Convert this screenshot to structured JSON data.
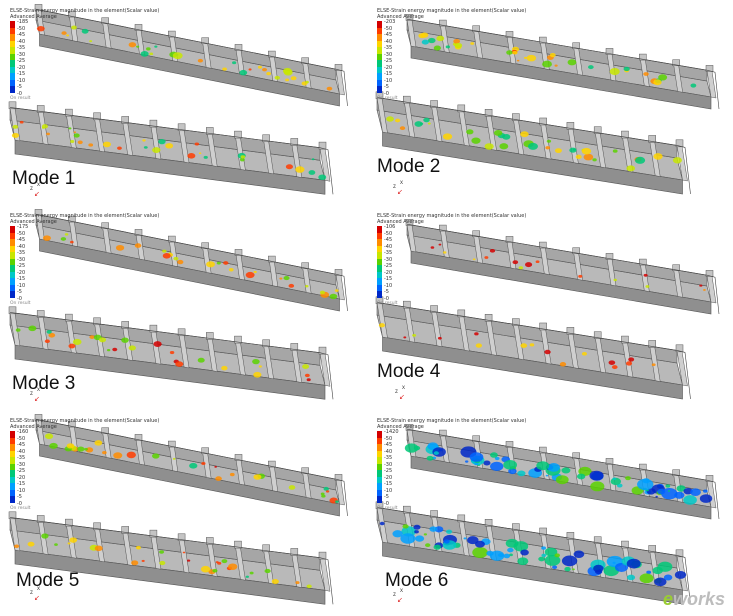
{
  "legend_title": "ELSE-Strain energy magnitude in the element(Scalar value)",
  "legend_subtitle": "Advanced Average",
  "legend_bottom": "On result",
  "scale_colors": [
    "#d40000",
    "#ff3c00",
    "#ff8c00",
    "#ffd400",
    "#c8e600",
    "#5ad200",
    "#00c878",
    "#00c8c8",
    "#00a0ff",
    "#0064ff",
    "#0028c8"
  ],
  "panels": [
    {
      "mode": "Mode 1",
      "ticks": [
        "185",
        "50",
        "45",
        "40",
        "35",
        "30",
        "25",
        "20",
        "15",
        "10",
        "5",
        "0"
      ],
      "intensity": 0.35
    },
    {
      "mode": "Mode 2",
      "ticks": [
        "203",
        "50",
        "45",
        "40",
        "35",
        "30",
        "25",
        "20",
        "15",
        "10",
        "5",
        "0"
      ],
      "intensity": 0.4
    },
    {
      "mode": "Mode 3",
      "ticks": [
        "175",
        "50",
        "45",
        "40",
        "35",
        "30",
        "25",
        "20",
        "15",
        "10",
        "5",
        "0"
      ],
      "intensity": 0.25
    },
    {
      "mode": "Mode 4",
      "ticks": [
        "106",
        "50",
        "45",
        "40",
        "35",
        "30",
        "25",
        "20",
        "15",
        "10",
        "5",
        "0"
      ],
      "intensity": 0.08
    },
    {
      "mode": "Mode 5",
      "ticks": [
        "160",
        "50",
        "45",
        "40",
        "35",
        "30",
        "25",
        "20",
        "15",
        "10",
        "5",
        "0"
      ],
      "intensity": 0.3
    },
    {
      "mode": "Mode 6",
      "ticks": [
        "1420",
        "50",
        "45",
        "40",
        "35",
        "30",
        "25",
        "20",
        "15",
        "10",
        "5",
        "0"
      ],
      "intensity": 1.0
    }
  ],
  "axis_labels": {
    "z": "z",
    "x": "x"
  },
  "watermark": {
    "e": "e",
    "rest": "works"
  }
}
